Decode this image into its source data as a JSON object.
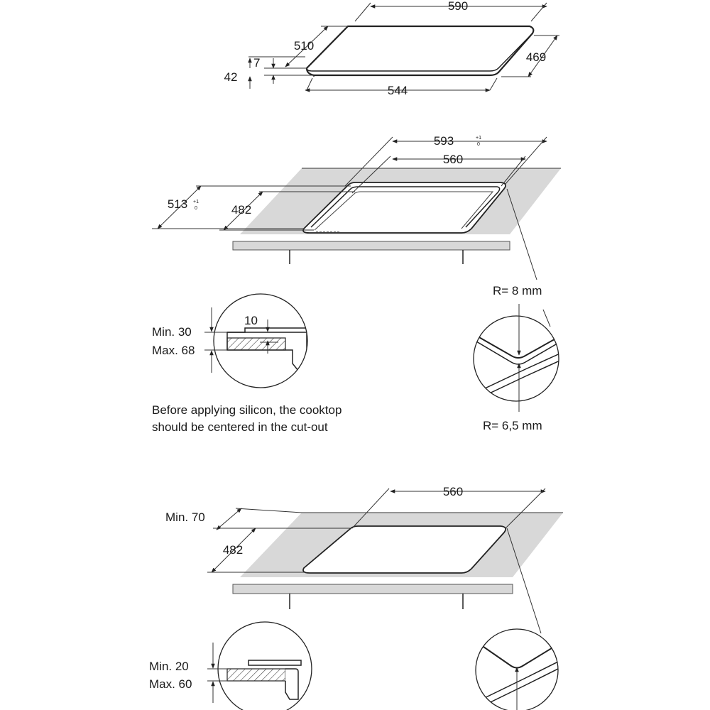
{
  "top_hob": {
    "width": "590",
    "depth": "510",
    "glass_thickness": "7",
    "total_height": "42",
    "base_width": "544",
    "base_depth": "469"
  },
  "cutout_flush": {
    "outer_width": "593",
    "outer_width_tol": [
      "+1",
      "0"
    ],
    "inner_width": "560",
    "outer_depth": "513",
    "outer_depth_tol": [
      "+1",
      "0"
    ],
    "inner_depth": "482",
    "radius_outer": "R= 8 mm",
    "radius_inner": "R= 6,5 mm",
    "rebate_depth": "10",
    "worktop_min": "Min. 30",
    "worktop_max": "Max. 68",
    "instruction_line1": "Before applying silicon, the cooktop",
    "instruction_line2": "should be centered in the cut-out"
  },
  "cutout_standard": {
    "width": "560",
    "front_min": "Min. 70",
    "depth": "482",
    "worktop_min": "Min. 20",
    "worktop_max": "Max. 60"
  },
  "colors": {
    "worktop": "#d6d6d6",
    "hatch": "#444444",
    "line": "#222222"
  }
}
